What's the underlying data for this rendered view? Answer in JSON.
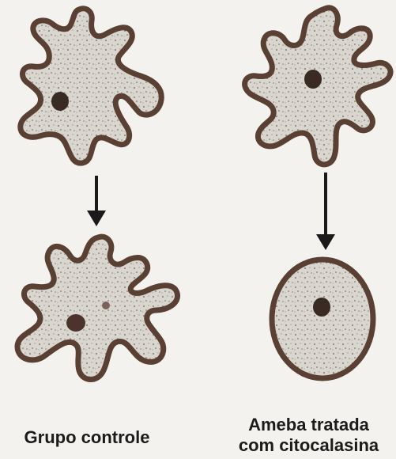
{
  "captions": {
    "left": "Grupo controle",
    "right_line1": "Ameba tratada",
    "right_line2": "com citocalasina"
  },
  "colors": {
    "background": "#f4f2ef",
    "cell_outline": "#5a3f33",
    "cytoplasm": "#d9d6cf",
    "nucleus": "#3a2a24",
    "arrow": "#1a1a1a"
  },
  "icons": {
    "amoeba": "amoeba-cell",
    "rounded_cell": "spherical-cell",
    "arrow": "down-arrow"
  }
}
